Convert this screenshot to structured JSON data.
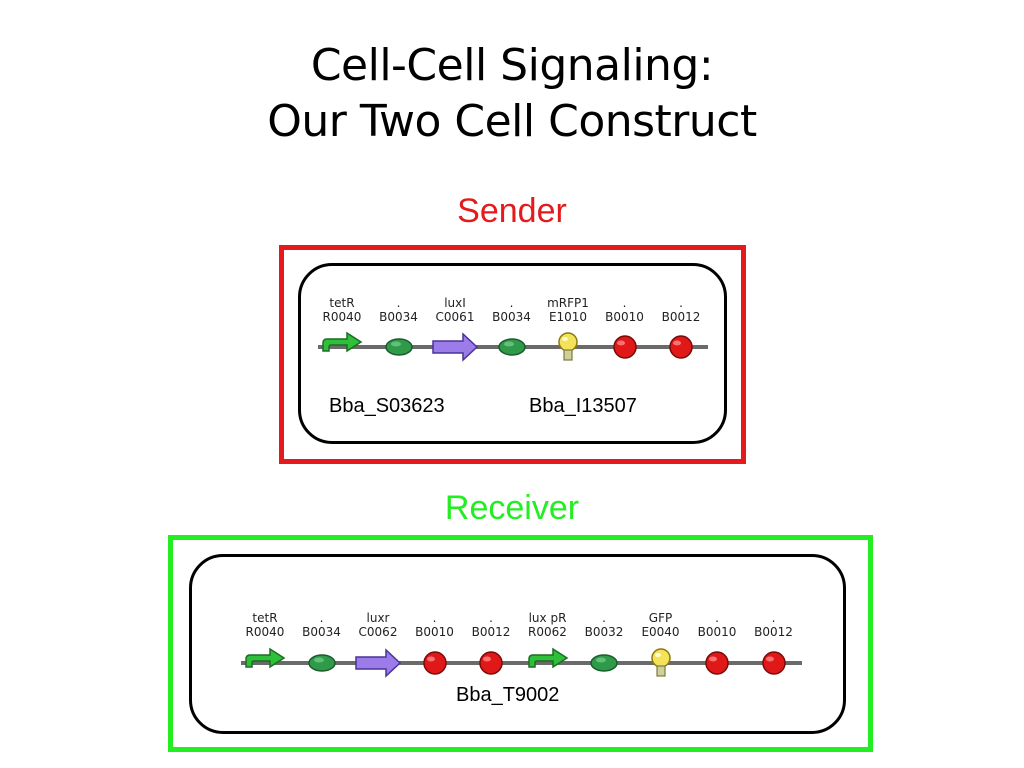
{
  "title": {
    "line1": "Cell-Cell Signaling:",
    "line2": "Our Two Cell Construct"
  },
  "colors": {
    "sender": "#e41a1c",
    "receiver": "#22ee22"
  },
  "sender": {
    "label": "Sender",
    "parts": [
      {
        "name": "tetR",
        "id": "R0040",
        "type": "promoter-icon"
      },
      {
        "name": ".",
        "id": "B0034",
        "type": "rbs-icon"
      },
      {
        "name": "luxI",
        "id": "C0061",
        "type": "coding-arrow-icon"
      },
      {
        "name": ".",
        "id": "B0034",
        "type": "rbs-icon"
      },
      {
        "name": "mRFP1",
        "id": "E1010",
        "type": "reporter-bulb-icon"
      },
      {
        "name": ".",
        "id": "B0010",
        "type": "terminator-icon"
      },
      {
        "name": ".",
        "id": "B0012",
        "type": "terminator-icon"
      }
    ],
    "biobricks": [
      "Bba_S03623",
      "Bba_I13507"
    ]
  },
  "receiver": {
    "label": "Receiver",
    "parts": [
      {
        "name": "tetR",
        "id": "R0040",
        "type": "promoter-icon"
      },
      {
        "name": ".",
        "id": "B0034",
        "type": "rbs-icon"
      },
      {
        "name": "luxr",
        "id": "C0062",
        "type": "coding-arrow-icon"
      },
      {
        "name": ".",
        "id": "B0010",
        "type": "terminator-icon"
      },
      {
        "name": ".",
        "id": "B0012",
        "type": "terminator-icon"
      },
      {
        "name": "lux pR",
        "id": "R0062",
        "type": "promoter-icon"
      },
      {
        "name": ".",
        "id": "B0032",
        "type": "rbs-icon"
      },
      {
        "name": "GFP",
        "id": "E0040",
        "type": "reporter-bulb-icon"
      },
      {
        "name": ".",
        "id": "B0010",
        "type": "terminator-icon"
      },
      {
        "name": ".",
        "id": "B0012",
        "type": "terminator-icon"
      }
    ],
    "biobricks": [
      "Bba_T9002"
    ]
  }
}
